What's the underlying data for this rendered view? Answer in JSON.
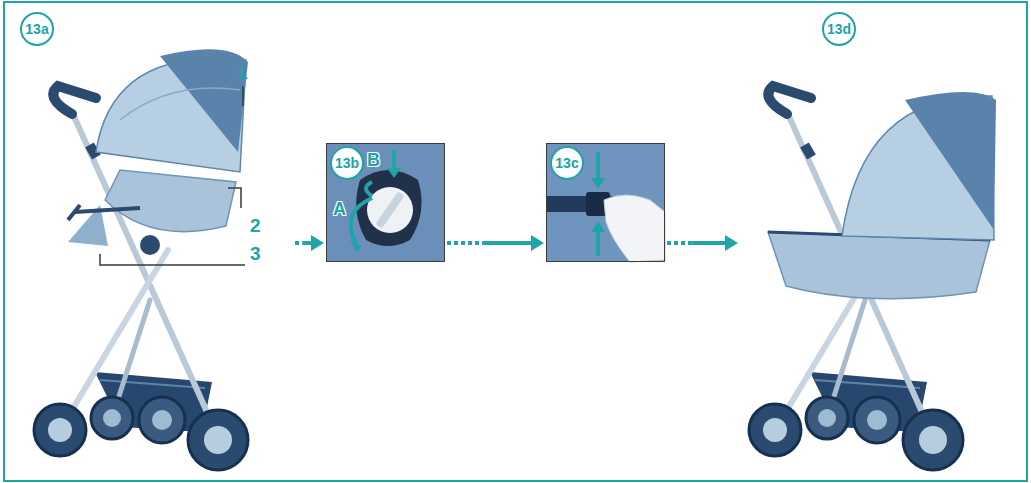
{
  "diagram": {
    "nodes": [
      {
        "text": [
          "13a"
        ]
      },
      {
        "text": [
          "13b"
        ]
      },
      {
        "text": [
          "13c"
        ]
      },
      {
        "text": [
          "13d"
        ]
      }
    ],
    "edges": [
      {
        "from": 0,
        "to": 1,
        "arrow": "to"
      },
      {
        "from": 1,
        "to": 2,
        "arrow": "to"
      },
      {
        "from": 2,
        "to": 3,
        "arrow": "to"
      }
    ],
    "labels": [
      "1",
      "2",
      "3",
      "A",
      "B"
    ]
  }
}
